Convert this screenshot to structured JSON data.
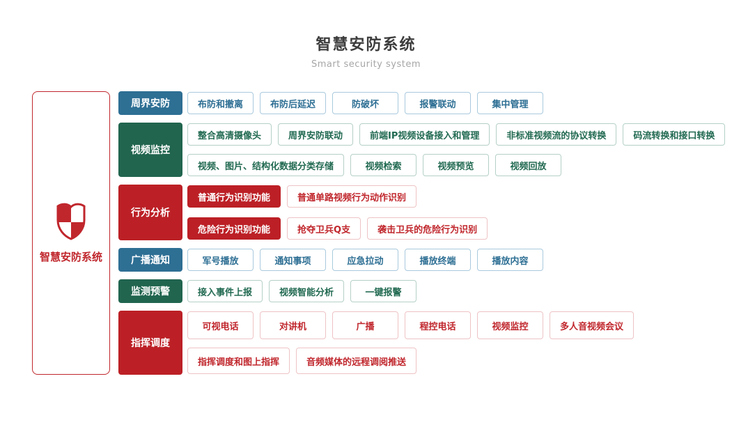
{
  "header": {
    "title": "智慧安防系统",
    "subtitle": "Smart security system"
  },
  "root": {
    "label": "智慧安防系统",
    "icon": "shield-icon"
  },
  "colors": {
    "blue": "#2e6f94",
    "green": "#21654f",
    "red": "#bc2026",
    "red_text": "#c0272d"
  },
  "groups": [
    {
      "id": "perimeter",
      "label": "周界安防",
      "theme": "blue",
      "lines": [
        [
          {
            "label": "布防和撤离"
          },
          {
            "label": "布防后延迟"
          },
          {
            "label": "防破坏"
          },
          {
            "label": "报警联动"
          },
          {
            "label": "集中管理"
          }
        ]
      ]
    },
    {
      "id": "video",
      "label": "视频监控",
      "theme": "green",
      "lines": [
        [
          {
            "label": "整合高清摄像头"
          },
          {
            "label": "周界安防联动"
          },
          {
            "label": "前端IP视频设备接入和管理"
          },
          {
            "label": "非标准视频流的协议转换"
          },
          {
            "label": "码流转换和接口转换"
          }
        ],
        [
          {
            "label": "视频、图片、结构化数据分类存储"
          },
          {
            "label": "视频检索"
          },
          {
            "label": "视频预览"
          },
          {
            "label": "视频回放"
          }
        ]
      ]
    },
    {
      "id": "behavior",
      "label": "行为分析",
      "theme": "red",
      "lines": [
        [
          {
            "label": "普通行为识别功能",
            "filled": true
          },
          {
            "label": "普通单路视频行为动作识别"
          }
        ],
        [
          {
            "label": "危险行为识别功能",
            "filled": true
          },
          {
            "label": "抢夺卫兵Q支"
          },
          {
            "label": "袭击卫兵的危险行为识别"
          }
        ]
      ]
    },
    {
      "id": "broadcast",
      "label": "广播通知",
      "theme": "blue",
      "lines": [
        [
          {
            "label": "军号播放"
          },
          {
            "label": "通知事项"
          },
          {
            "label": "应急拉动"
          },
          {
            "label": "播放终端"
          },
          {
            "label": "播放内容"
          }
        ]
      ]
    },
    {
      "id": "monitor",
      "label": "监测预警",
      "theme": "green",
      "lines": [
        [
          {
            "label": "接入事件上报"
          },
          {
            "label": "视频智能分析"
          },
          {
            "label": "一键报警"
          }
        ]
      ]
    },
    {
      "id": "command",
      "label": "指挥调度",
      "theme": "red",
      "lines": [
        [
          {
            "label": "可视电话"
          },
          {
            "label": "对讲机"
          },
          {
            "label": "广播"
          },
          {
            "label": "程控电话"
          },
          {
            "label": "视频监控"
          },
          {
            "label": "多人音视频会议"
          }
        ],
        [
          {
            "label": "指挥调度和图上指挥"
          },
          {
            "label": "音频媒体的远程调阅推送"
          }
        ]
      ]
    }
  ]
}
